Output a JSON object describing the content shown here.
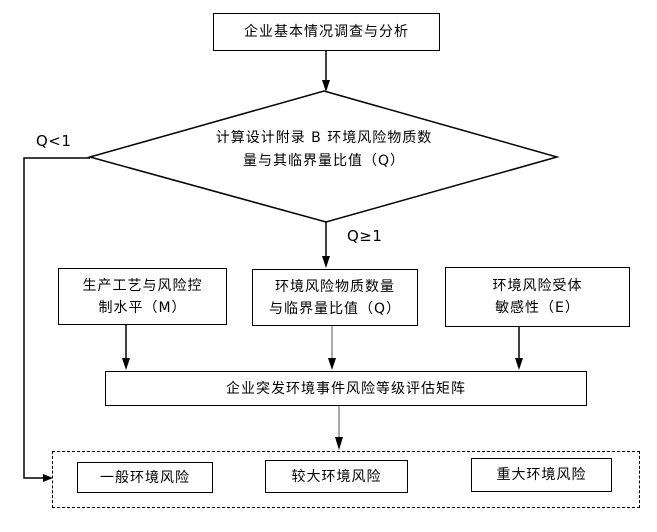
{
  "flowchart": {
    "top_box": {
      "label": "企业基本情况调查与分析"
    },
    "decision_diamond": {
      "line1": "计算设计附录 B 环境风险物质数",
      "line2": "量与其临界量比值（Q）"
    },
    "branch_labels": {
      "q_less_than_1": "Q<1",
      "q_greater_equal_1": "Q≥1"
    },
    "factor_boxes": [
      {
        "line1": "生产工艺与风险控",
        "line2": "制水平（M）"
      },
      {
        "line1": "环境风险物质数量",
        "line2": "与临界量比值（Q）"
      },
      {
        "line1": "环境风险受体",
        "line2": "敏感性（E）"
      }
    ],
    "matrix_box": {
      "label": "企业突发环境事件风险等级评估矩阵"
    },
    "result_boxes": [
      {
        "label": "一般环境风险"
      },
      {
        "label": "较大环境风险"
      },
      {
        "label": "重大环境风险"
      }
    ],
    "colors": {
      "line_black": "#000000",
      "line_gray": "#8c8c8c",
      "background": "#ffffff",
      "text": "#000000"
    }
  }
}
